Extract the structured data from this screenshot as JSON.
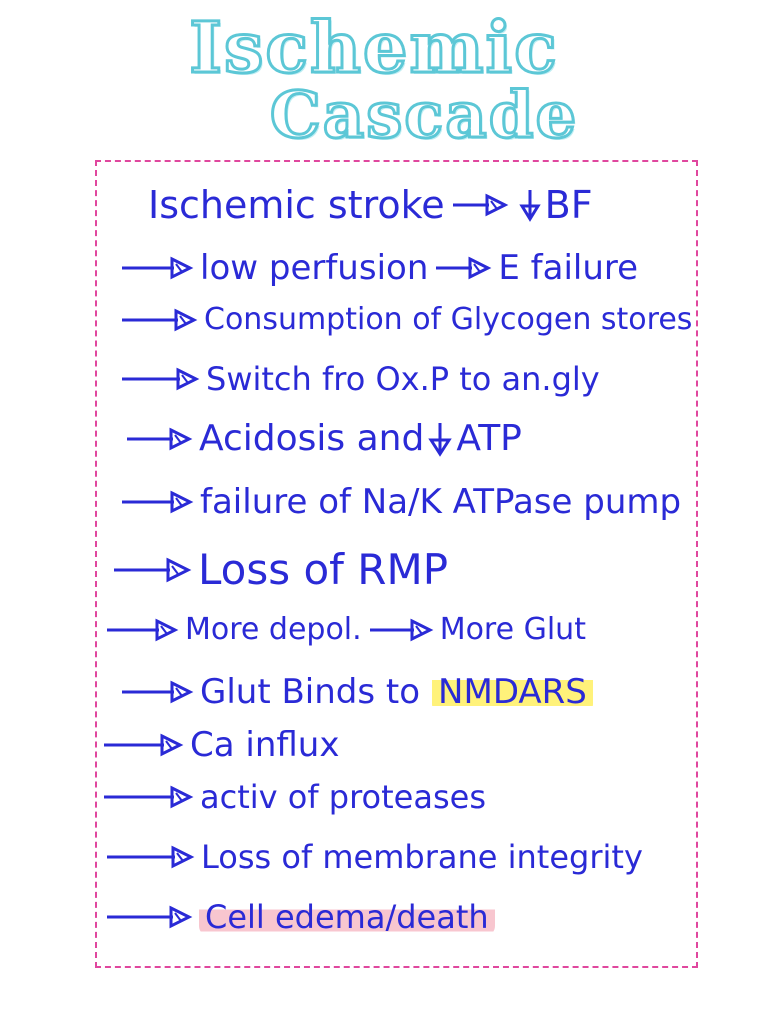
{
  "title": {
    "line1": "Ischemic",
    "line2": "Cascade"
  },
  "steps": [
    {
      "text_a": "Ischemic stroke",
      "text_b": "BF"
    },
    {
      "text_a": "low perfusion",
      "text_b": "E failure"
    },
    {
      "text": "Consumption of Glycogen stores"
    },
    {
      "text": "Switch fro Ox.P to an.gly"
    },
    {
      "text_a": "Acidosis and",
      "text_b": "ATP"
    },
    {
      "text": "failure of Na/K ATPase pump"
    },
    {
      "text": "Loss of RMP"
    },
    {
      "text_a": "More depol.",
      "text_b": "More Glut"
    },
    {
      "text_a": "Glut Binds to",
      "text_b": "NMDARS"
    },
    {
      "text": "Ca influx"
    },
    {
      "text": "activ of proteases"
    },
    {
      "text": "Loss of membrane integrity"
    },
    {
      "text": "Cell edema/death"
    }
  ],
  "colors": {
    "ink": "#2a2ad6",
    "title_outline": "#5cc7d6",
    "frame": "#e0479e",
    "highlight_yellow": "#fff27a",
    "highlight_pink": "#f8c6cf"
  }
}
